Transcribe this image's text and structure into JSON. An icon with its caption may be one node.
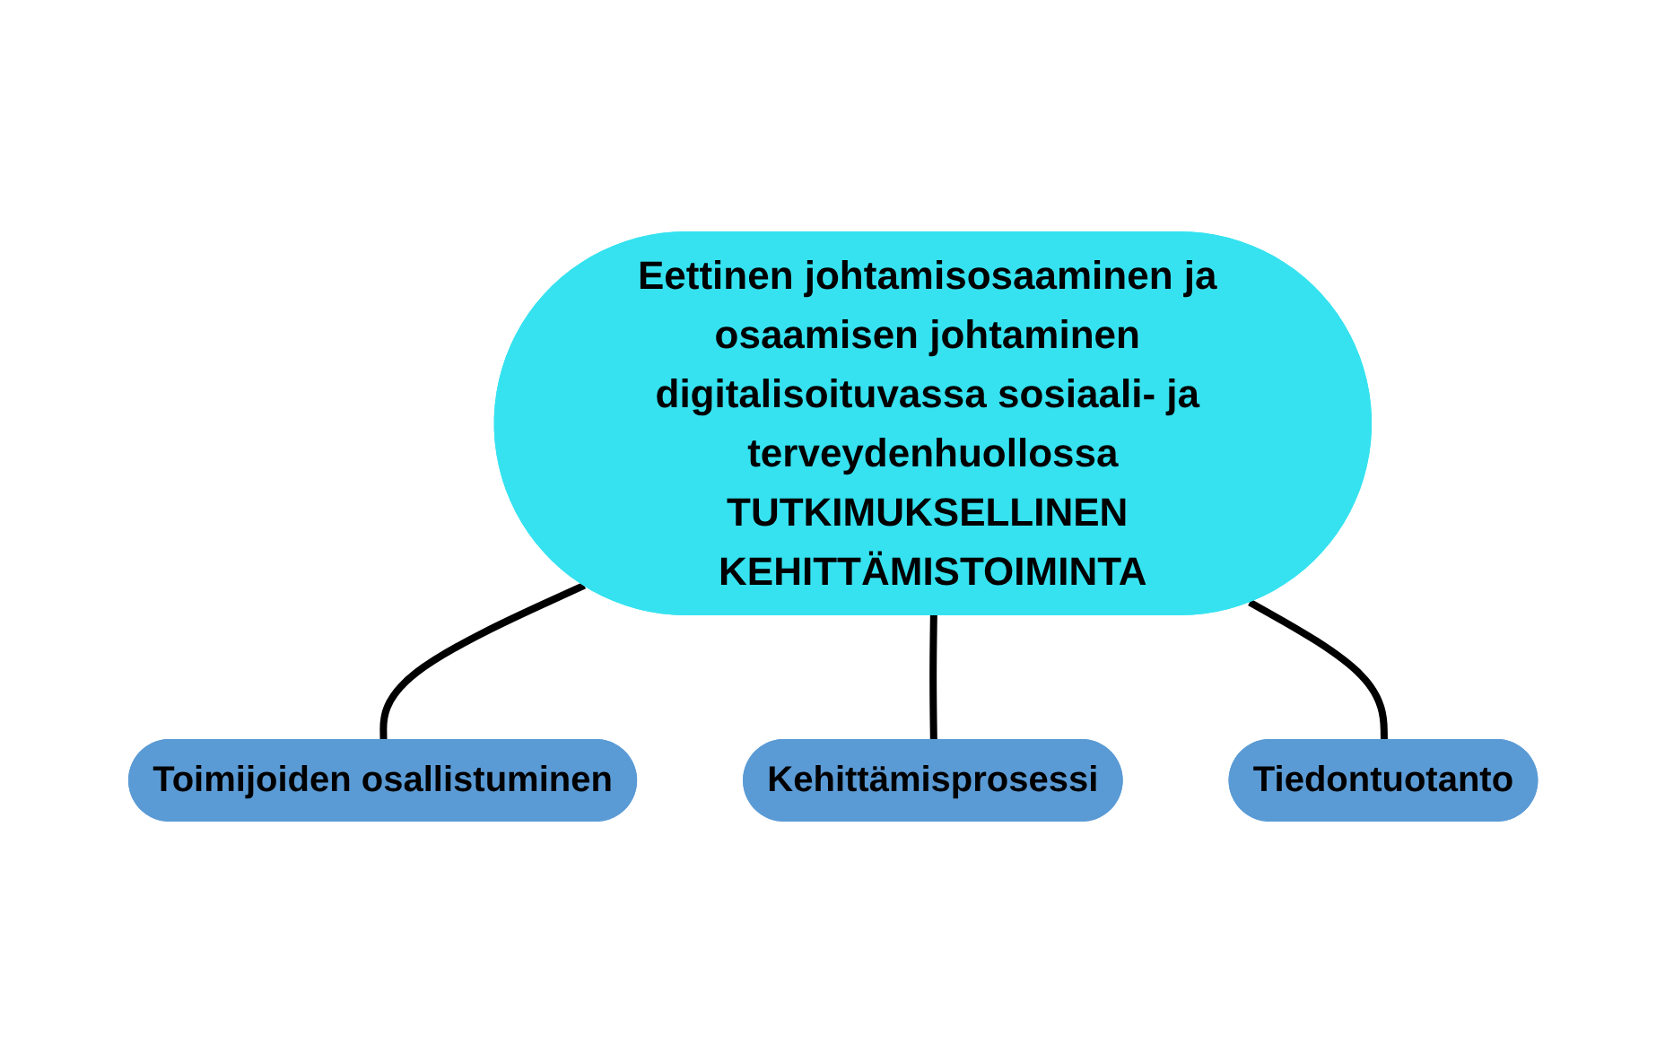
{
  "diagram": {
    "nodes": [
      {
        "text": [
          "Eettinen johtamisosaaminen ja osaamisen johtaminen digitalisoituvassa sosiaali- ja terveydenhuollossa",
          "TUTKIMUKSELLINEN KEHITTÄMISTOIMINTA"
        ]
      },
      {
        "text": [
          "Toimijoiden osallistuminen"
        ]
      },
      {
        "text": [
          "Kehittämisprosessi"
        ]
      },
      {
        "text": [
          "Tiedontuotanto"
        ]
      }
    ],
    "edges": [
      {
        "from": 0,
        "to": 1,
        "arrow": "none"
      },
      {
        "from": 0,
        "to": 2,
        "arrow": "none"
      },
      {
        "from": 0,
        "to": 3,
        "arrow": "none"
      }
    ]
  }
}
